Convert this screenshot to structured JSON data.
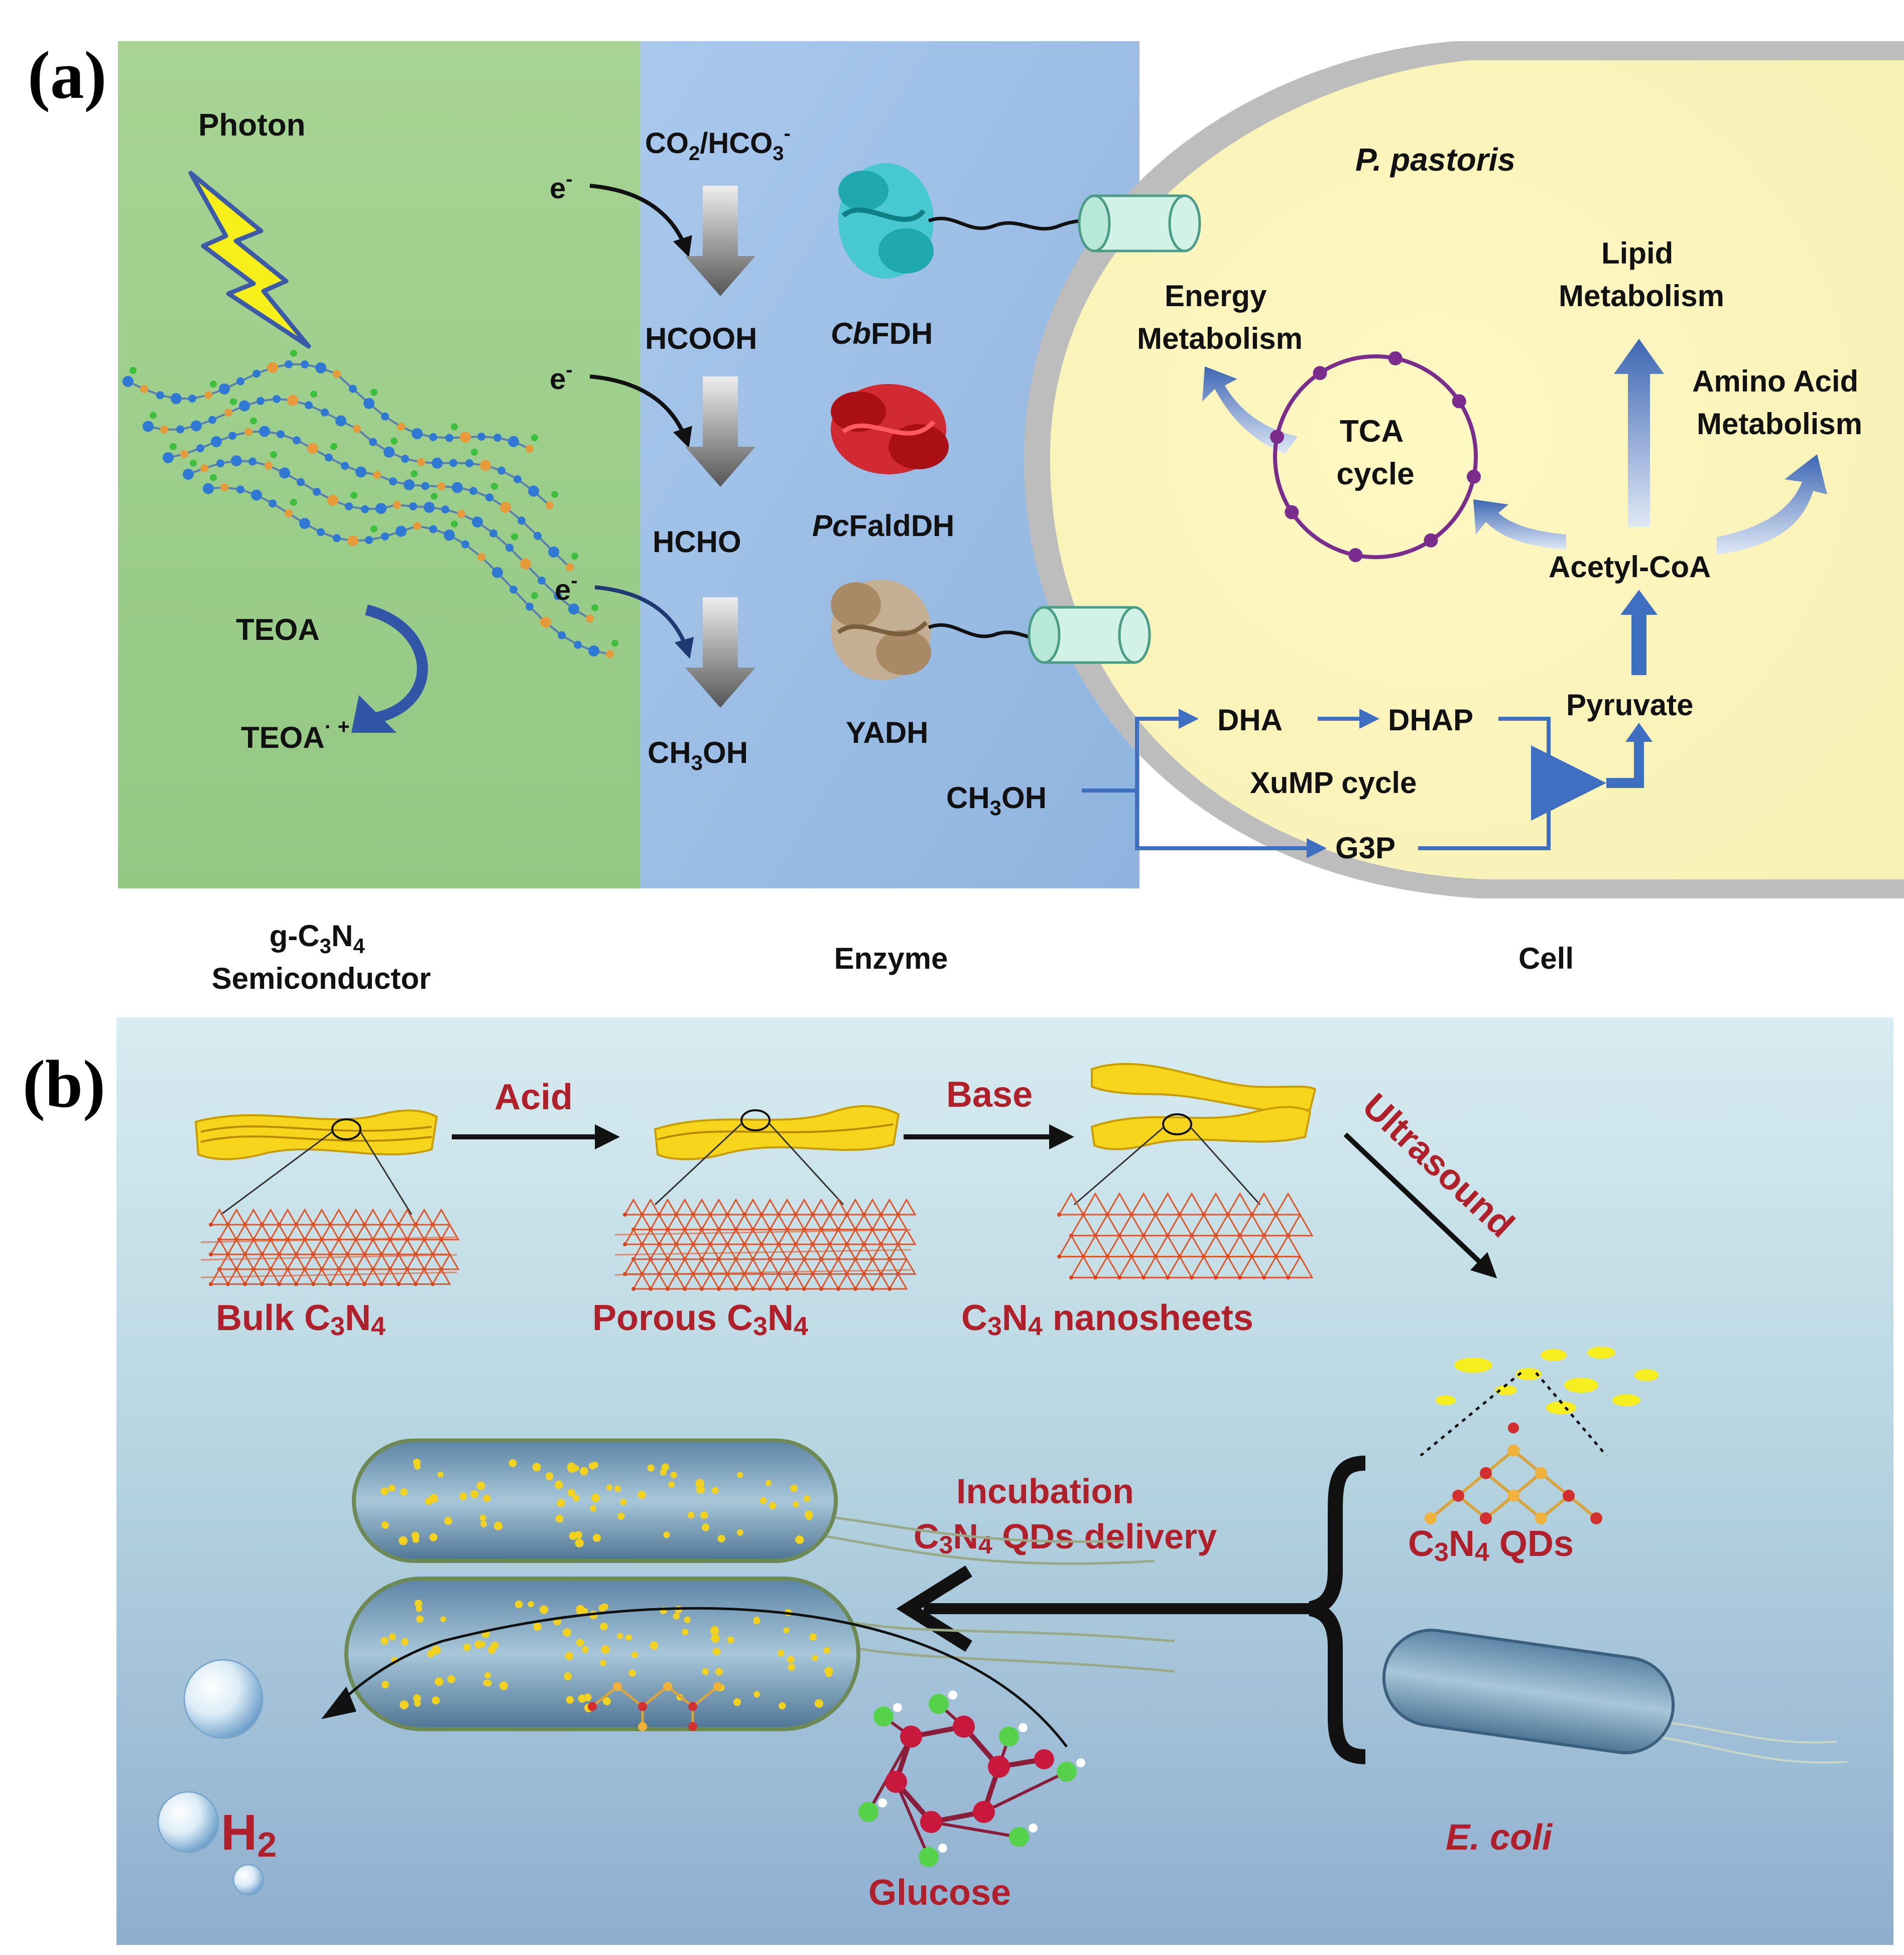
{
  "panel_a": {
    "label": "(a)",
    "photon": "Photon",
    "electron": "e",
    "electron_sup": "-",
    "teoa": "TEOA",
    "teoa_ox": "TEOA",
    "teoa_ox_sup": "· +",
    "reaction": {
      "co2_a": "CO",
      "co2_sub": "2",
      "co2_b": "/HCO",
      "co2_sub2": "3",
      "co2_sup": "-",
      "hcooh": "HCOOH",
      "hcho": "HCHO",
      "ch3oh_a": "CH",
      "ch3oh_sub": "3",
      "ch3oh_b": "OH"
    },
    "enzymes": {
      "fdh_italic": "Cb",
      "fdh_rest": "FDH",
      "faldh_italic": "Pc",
      "faldh_rest": "FaldDH",
      "yadh": "YADH"
    },
    "cell": {
      "organism": "P. pastoris",
      "energy_1": "Energy",
      "energy_2": "Metabolism",
      "lipid_1": "Lipid",
      "lipid_2": "Metabolism",
      "amino_1": "Amino Acid",
      "amino_2": "Metabolism",
      "tca_1": "TCA",
      "tca_2": "cycle",
      "acetyl": "Acetyl-CoA",
      "pyruvate": "Pyruvate",
      "dha": "DHA",
      "dhap": "DHAP",
      "xump": "XuMP cycle",
      "g3p": "G3P",
      "ch3oh_a": "CH",
      "ch3oh_sub": "3",
      "ch3oh_b": "OH"
    },
    "captions": {
      "semi_a": "g-C",
      "semi_sub1": "3",
      "semi_b": "N",
      "semi_sub2": "4",
      "semi_2": "Semiconductor",
      "enzyme": "Enzyme",
      "cell": "Cell"
    },
    "colors": {
      "semiconductor_bg": "#9fcf8c",
      "enzyme_bg": "#9ebfe6",
      "cell_fill": "#fbf6b8",
      "membrane": "#b7b7b7",
      "pathway_blue": "#3f6fc1",
      "tca_ring": "#7b2d8e",
      "fdh_protein": "#37c9cf",
      "faldh_protein": "#d7191f",
      "yadh_protein": "#c9ad8a"
    }
  },
  "panel_b": {
    "label": "(b)",
    "acid": "Acid",
    "base": "Base",
    "ultrasound": "Ultrasound",
    "bulk": "Bulk C",
    "bulk_sub1": "3",
    "bulk_n": "N",
    "bulk_sub2": "4",
    "porous": "Porous C",
    "porous_sub1": "3",
    "porous_n": "N",
    "porous_sub2": "4",
    "nano_c": "C",
    "nano_sub1": "3",
    "nano_n": "N",
    "nano_sub2": "4",
    "nano_rest": " nanosheets",
    "incubation": "Incubation",
    "delivery_c": "C",
    "delivery_sub1": "3",
    "delivery_n": "N",
    "delivery_sub2": "4",
    "delivery_rest": " QDs delivery",
    "qds_c": "C",
    "qds_sub1": "3",
    "qds_n": "N",
    "qds_sub2": "4",
    "qds_rest": " QDs",
    "ecoli": "E. coli",
    "h2": "H",
    "h2_sub": "2",
    "glucose": "Glucose",
    "colors": {
      "label_red": "#b0202a",
      "sheet_yellow": "#f7d51d",
      "lattice_orange": "#e0572b",
      "background_top": "#cfe6ee",
      "background_bottom": "#8fb3d1"
    }
  }
}
